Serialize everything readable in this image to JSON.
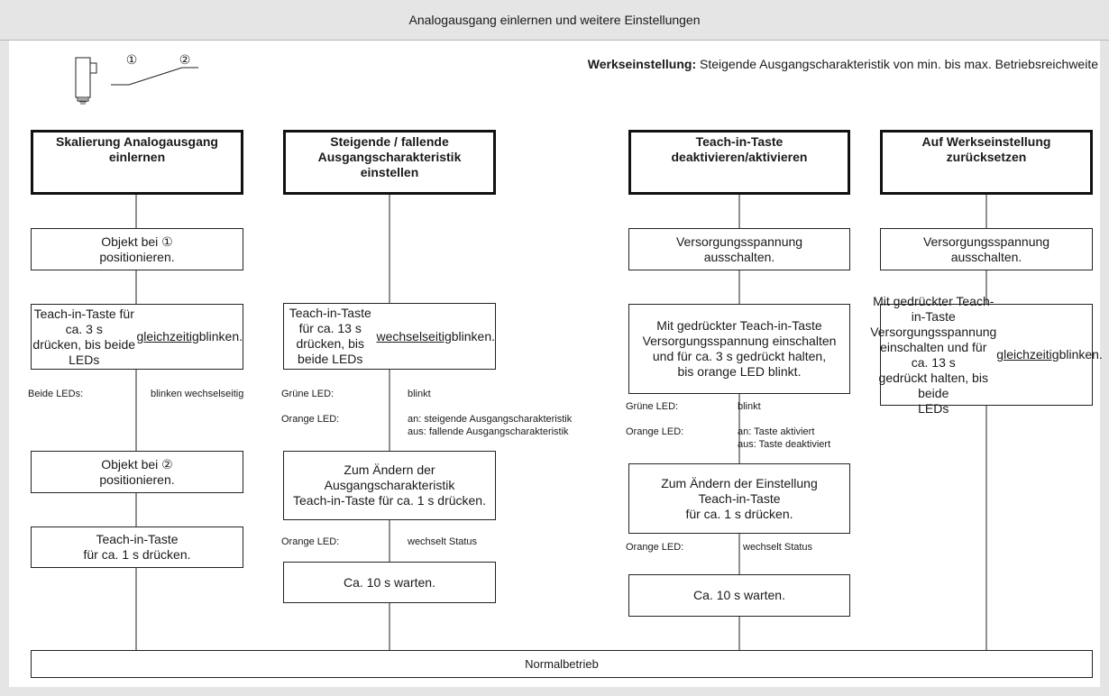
{
  "title": "Analogausgang einlernen und weitere Einstellungen",
  "sensor_icon": "photoelectric-sensor-icon",
  "positions": {
    "pos1": "①",
    "pos2": "②"
  },
  "factory_setting": {
    "label": "Werkseinstellung:",
    "text": " Steigende Ausgangscharakteristik von min. bis max. Betriebsreichweite"
  },
  "columns": {
    "scaling": {
      "header": "Skalierung Analogausgang\neinlernen",
      "step1": "Objekt bei ①\npositionieren.",
      "step2_pre": "Teach-in-Taste für ca. 3 s\ndrücken, bis beide LEDs\n",
      "step2_u": "gleichzeitig",
      "step2_post": " blinken.",
      "led_label": "Beide LEDs:",
      "led_state": "blinken wechselseitig",
      "step3": "Objekt bei ②\npositionieren.",
      "step4": "Teach-in-Taste\nfür ca. 1 s drücken."
    },
    "characteristic": {
      "header": "Steigende / fallende\nAusgangscharakteristik\neinstellen",
      "step1_pre": "Teach-in-Taste für ca. 13 s\ndrücken, bis beide LEDs\n",
      "step1_u": "wechselseitig",
      "step1_post": " blinken.",
      "green_label": "Grüne LED:",
      "green_state": "blinkt",
      "orange_label": "Orange LED:",
      "orange_state": "an: steigende Ausgangscharakteristik\naus: fallende Ausgangscharakteristik",
      "step2": "Zum Ändern der\nAusgangscharakteristik\nTeach-in-Taste für ca. 1 s drücken.",
      "orange2_label": "Orange LED:",
      "orange2_state": "wechselt Status",
      "step3": "Ca. 10 s warten."
    },
    "teach_lock": {
      "header": "Teach-in-Taste\ndeaktivieren/aktivieren",
      "step1": "Versorgungsspannung\nausschalten.",
      "step2": "Mit gedrückter Teach-in-Taste\nVersorgungsspannung einschalten\nund für ca. 3 s gedrückt halten,\nbis orange LED blinkt.",
      "green_label": "Grüne LED:",
      "green_state": "blinkt",
      "orange_label": "Orange LED:",
      "orange_state": "an: Taste aktiviert\naus: Taste deaktiviert",
      "step3": "Zum Ändern der Einstellung\nTeach-in-Taste\nfür ca. 1 s drücken.",
      "orange2_label": "Orange LED:",
      "orange2_state": "wechselt Status",
      "step4": "Ca. 10 s warten."
    },
    "reset": {
      "header": "Auf Werkseinstellung\nzurücksetzen",
      "step1": "Versorgungsspannung\nausschalten.",
      "step2_pre": "Mit gedrückter Teach-in-Taste\nVersorgungsspannung\neinschalten und für ca. 13 s\ngedrückt halten, bis beide\nLEDs ",
      "step2_u": "gleichzeitig",
      "step2_post": " blinken."
    }
  },
  "footer": "Normalbetrieb"
}
